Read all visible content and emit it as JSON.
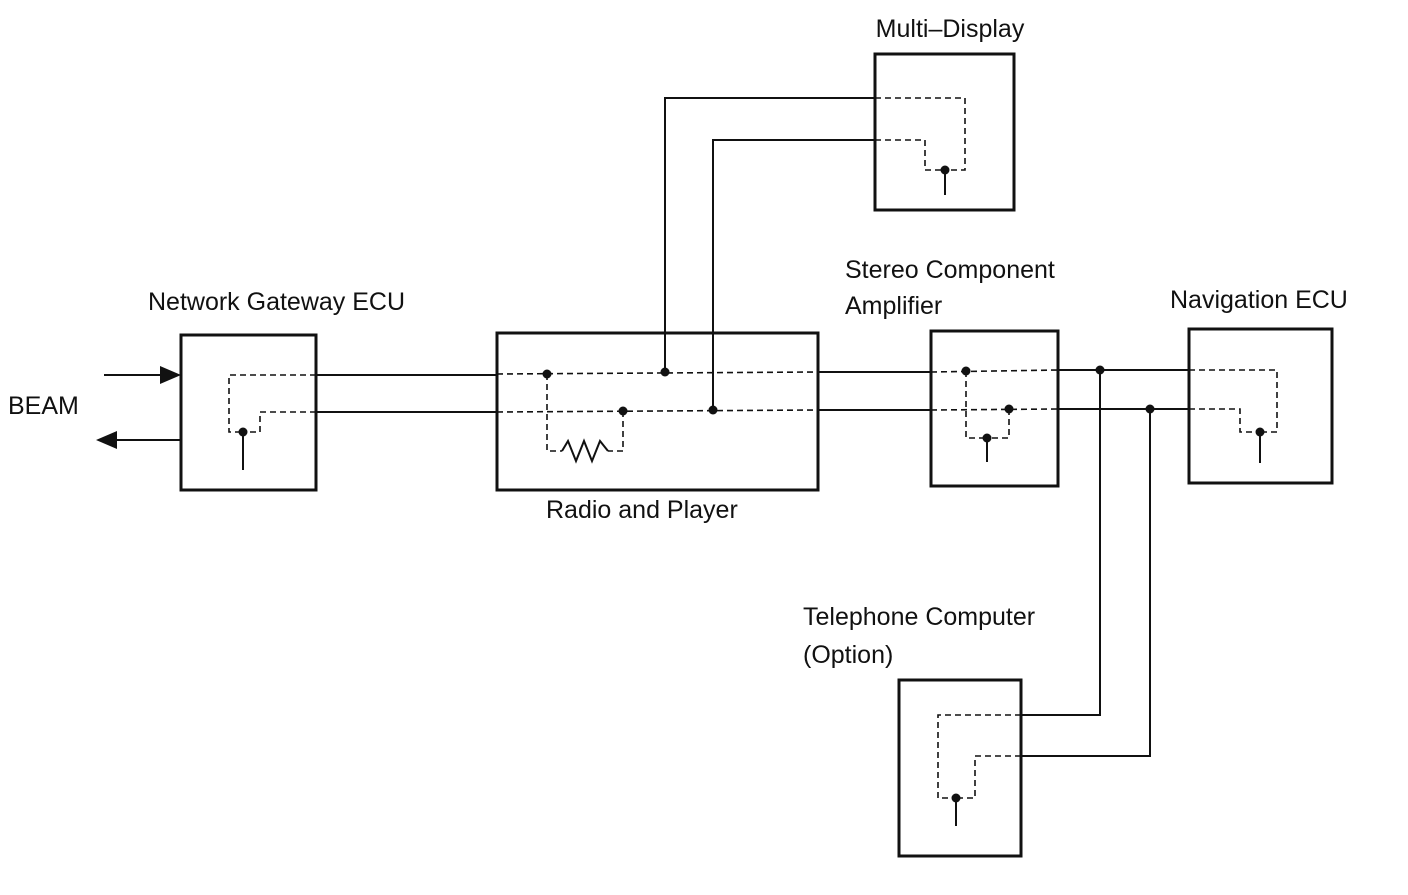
{
  "labels": {
    "multi_display": "Multi–Display",
    "network_gateway": "Network Gateway ECU",
    "beam": "BEAM",
    "radio_player": "Radio and Player",
    "stereo_line1": "Stereo Component",
    "stereo_line2": "Amplifier",
    "navigation": "Navigation ECU",
    "telephone_line1": "Telephone Computer",
    "telephone_line2": "(Option)"
  },
  "icons": {
    "arrow_in": "arrow-right-icon",
    "arrow_out": "arrow-left-icon",
    "resistor": "resistor-icon",
    "junction": "junction-dot-icon"
  },
  "colors": {
    "line": "#111111",
    "background": "#ffffff"
  }
}
